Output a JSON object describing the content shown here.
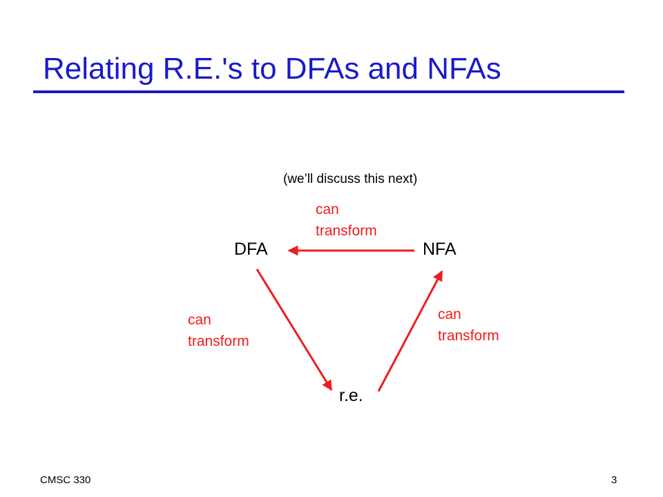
{
  "slide": {
    "title": "Relating R.E.'s to DFAs and NFAs",
    "accent_color": "#1a1acc"
  },
  "diagram": {
    "note": "(we’ll discuss this next)",
    "arrow_color": "#ee1c1c",
    "nodes": {
      "dfa": "DFA",
      "nfa": "NFA",
      "re": "r.e."
    },
    "edges": [
      {
        "from": "NFA",
        "to": "DFA",
        "label_line1": "can",
        "label_line2": "transform"
      },
      {
        "from": "DFA",
        "to": "r.e.",
        "label_line1": "can",
        "label_line2": "transform"
      },
      {
        "from": "r.e.",
        "to": "NFA",
        "label_line1": "can",
        "label_line2": "transform"
      }
    ]
  },
  "footer": {
    "course": "CMSC 330",
    "page_number": "3"
  }
}
